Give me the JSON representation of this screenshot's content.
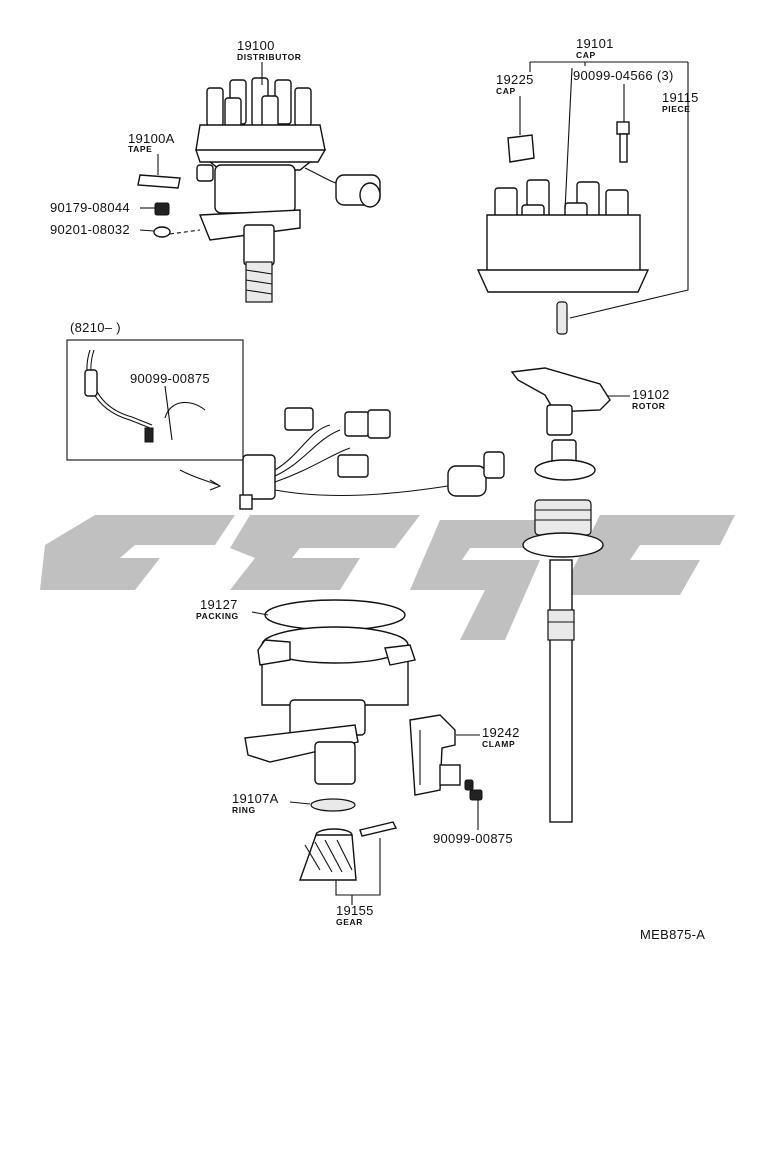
{
  "diagram_code": "MEB875-A",
  "range_label": "(8210–      )",
  "colors": {
    "line": "#111111",
    "watermark": "#b5b5b5",
    "background": "#ffffff"
  },
  "parts": [
    {
      "id": "distributor",
      "number": "19100",
      "name": "DISTRIBUTOR"
    },
    {
      "id": "tape",
      "number": "19100A",
      "name": "TAPE"
    },
    {
      "id": "nut",
      "number": "90179-08044",
      "name": ""
    },
    {
      "id": "washer",
      "number": "90201-08032",
      "name": ""
    },
    {
      "id": "cap",
      "number": "19101",
      "name": "CAP"
    },
    {
      "id": "cap-small",
      "number": "19225",
      "name": "CAP"
    },
    {
      "id": "cap-screw",
      "number": "90099-04566 (3)",
      "name": ""
    },
    {
      "id": "piece",
      "number": "19115",
      "name": "PIECE"
    },
    {
      "id": "harness-screw",
      "number": "90099-00875",
      "name": ""
    },
    {
      "id": "rotor",
      "number": "19102",
      "name": "ROTOR"
    },
    {
      "id": "packing",
      "number": "19127",
      "name": "PACKING"
    },
    {
      "id": "clamp",
      "number": "19242",
      "name": "CLAMP"
    },
    {
      "id": "ring",
      "number": "19107A",
      "name": "RING"
    },
    {
      "id": "clamp-screw",
      "number": "90099-00875",
      "name": ""
    },
    {
      "id": "gear",
      "number": "19155",
      "name": "GEAR"
    }
  ]
}
